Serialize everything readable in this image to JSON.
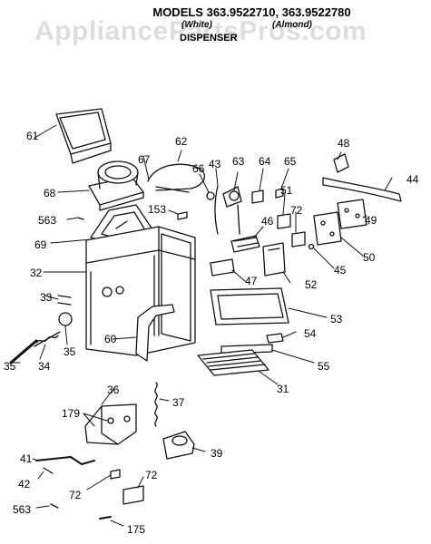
{
  "header": {
    "title": "MODELS 363.9522710, 363.9522780",
    "white_note": "(White)",
    "almond_note": "(Almond)",
    "subtitle": "DISPENSER"
  },
  "watermark": "AppliancePartsPros.com",
  "callouts": [
    "61",
    "62",
    "67",
    "66",
    "43",
    "63",
    "64",
    "65",
    "48",
    "44",
    "68",
    "153",
    "46",
    "51",
    "72",
    "49",
    "563",
    "69",
    "50",
    "45",
    "52",
    "47",
    "32",
    "33",
    "53",
    "35",
    "34",
    "54",
    "60",
    "55",
    "35",
    "31",
    "36",
    "37",
    "179",
    "39",
    "41",
    "42",
    "72",
    "72",
    "563",
    "175"
  ]
}
